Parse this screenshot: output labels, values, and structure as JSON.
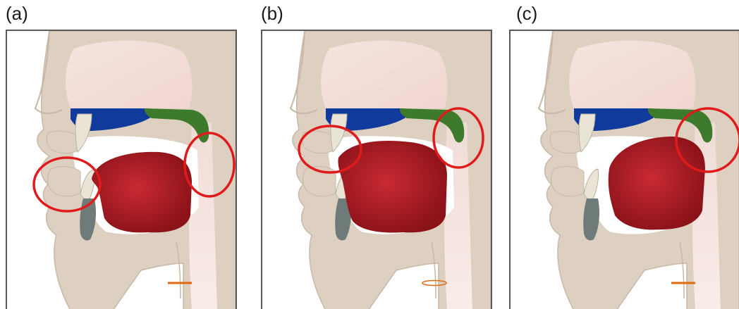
{
  "figure": {
    "panels": [
      {
        "label": "(a)",
        "highlights": [
          "lips-teeth",
          "soft-palate"
        ],
        "variant": "a"
      },
      {
        "label": "(b)",
        "highlights": [
          "tongue-tip-alveolar",
          "soft-palate"
        ],
        "variant": "b"
      },
      {
        "label": "(c)",
        "highlights": [
          "soft-palate"
        ],
        "variant": "c"
      }
    ]
  },
  "colors": {
    "skin": "#ddd0c1",
    "skin_outline": "#c8b7a6",
    "hard_palate": "#103a9c",
    "soft_palate": "#3e7a2c",
    "tongue": "#8a1218",
    "tongue_highlight": "#c92a33",
    "teeth": "#eae4d6",
    "tooth_root": "#6f7b78",
    "highlight_circle": "#e01b1b",
    "glottis": "#e06a10",
    "nasal_pink": "#f3d6d2"
  }
}
